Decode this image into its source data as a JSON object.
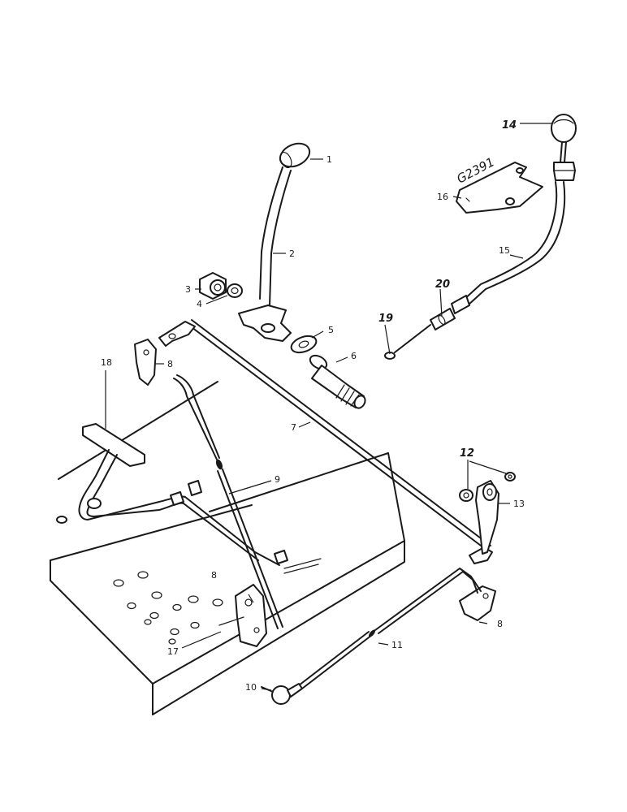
{
  "drawing_ref": "G2391",
  "callouts": {
    "c1": "1",
    "c2": "2",
    "c3": "3",
    "c4": "4",
    "c5": "5",
    "c6": "6",
    "c7": "7",
    "c8a": "8",
    "c8b": "8",
    "c8c": "8",
    "c9": "9",
    "c10": "10",
    "c11": "11",
    "c12": "12",
    "c13": "13",
    "c14": "14",
    "c15": "15",
    "c16": "16",
    "c17": "17",
    "c18": "18",
    "c19": "19",
    "c20": "20"
  }
}
